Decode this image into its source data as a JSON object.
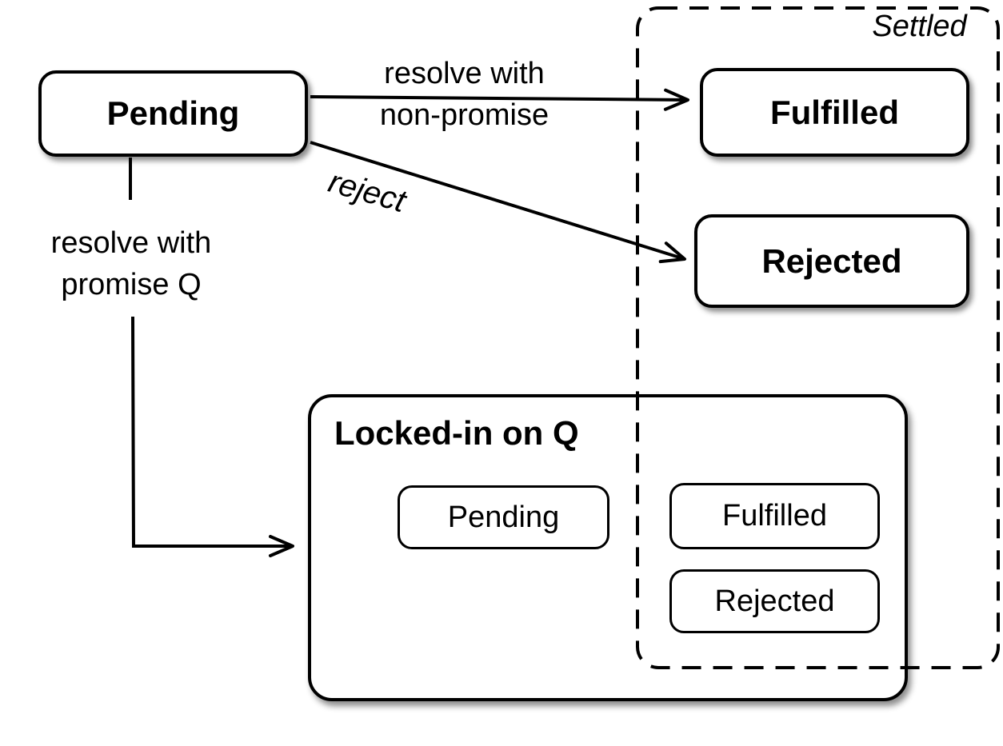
{
  "settled": {
    "label": "Settled"
  },
  "pending": {
    "label": "Pending"
  },
  "fulfilled": {
    "label": "Fulfilled"
  },
  "rejected": {
    "label": "Rejected"
  },
  "locked_in": {
    "title": "Locked-in on Q",
    "pending": "Pending",
    "fulfilled": "Fulfilled",
    "rejected": "Rejected"
  },
  "edges": {
    "resolve_non_promise": {
      "line1": "resolve with",
      "line2": "non-promise"
    },
    "reject": {
      "label": "reject"
    },
    "resolve_promise": {
      "line1": "resolve with",
      "line2": "promise Q"
    }
  },
  "colors": {
    "stroke": "#000000",
    "fill": "#ffffff"
  }
}
